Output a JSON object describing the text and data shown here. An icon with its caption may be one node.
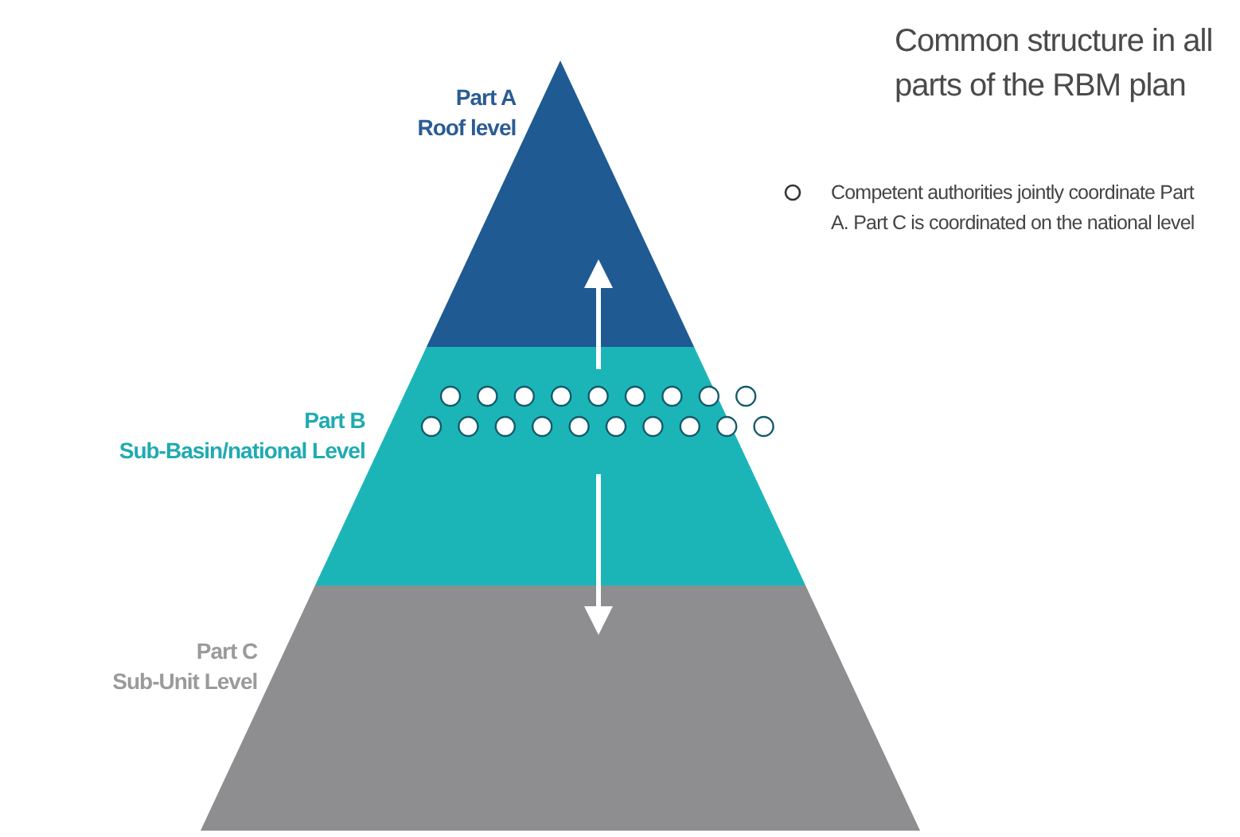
{
  "diagram": {
    "title": "Common structure in all parts of the RBM plan",
    "nodes": [
      {
        "text": [
          "Part A",
          "Roof level"
        ]
      },
      {
        "text": [
          "Part B",
          "Sub-Basin/national Level"
        ]
      },
      {
        "text": [
          "Part C",
          "Sub-Unit Level"
        ]
      }
    ],
    "edges": [
      {
        "from": 1,
        "to": 0,
        "arrow": "to"
      },
      {
        "from": 1,
        "to": 2,
        "arrow": "to"
      }
    ],
    "legend": [
      {
        "text": "Competent authorities jointly coordinate Part A. Part C is coordinated on the national level"
      }
    ]
  }
}
